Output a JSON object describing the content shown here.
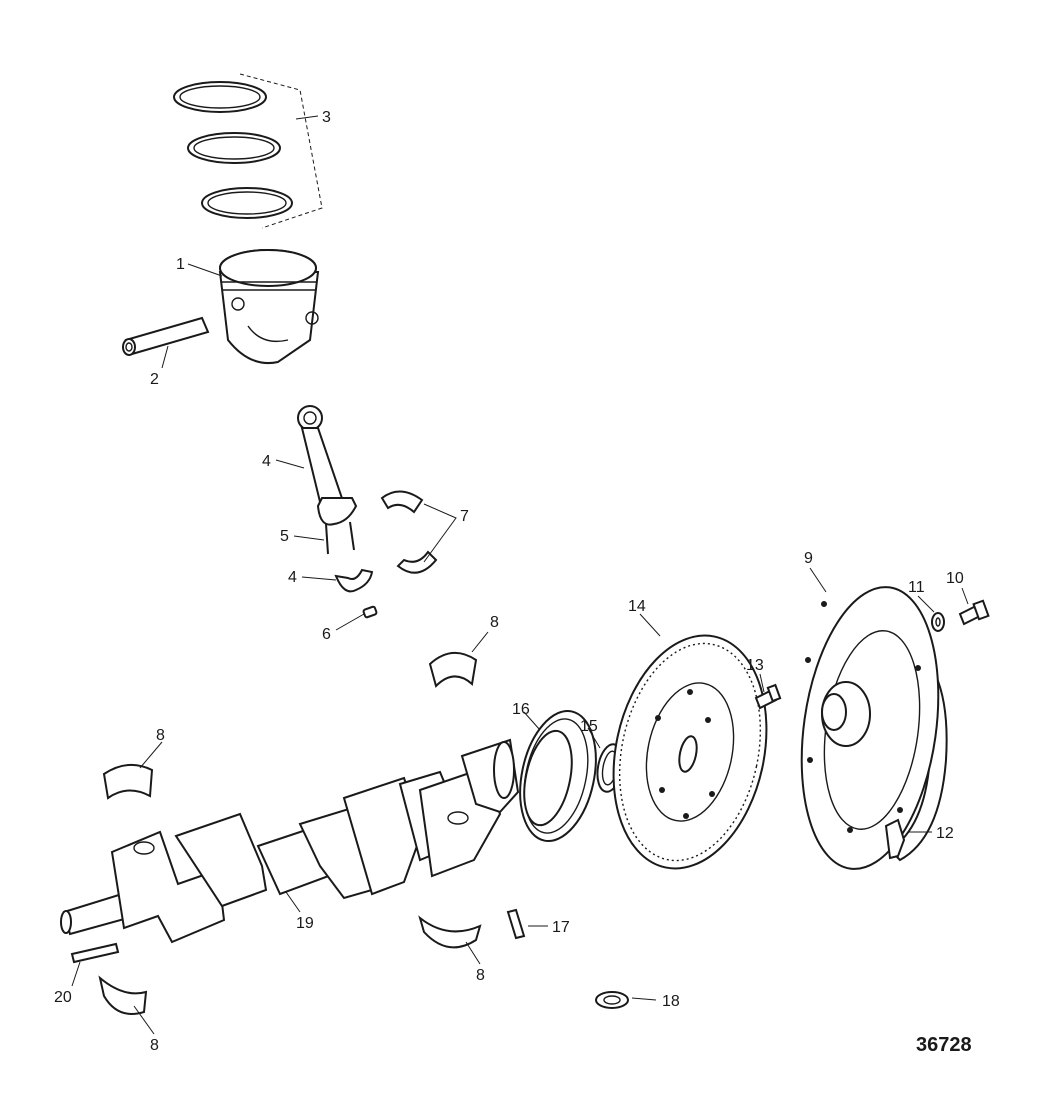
{
  "figure_number": "36728",
  "callouts": {
    "c1": "1",
    "c2": "2",
    "c3": "3",
    "c4a": "4",
    "c4b": "4",
    "c5": "5",
    "c6": "6",
    "c7": "7",
    "c8a": "8",
    "c8b": "8",
    "c8c": "8",
    "c8d": "8",
    "c9": "9",
    "c10": "10",
    "c11": "11",
    "c12": "12",
    "c13": "13",
    "c14": "14",
    "c15": "15",
    "c16": "16",
    "c17": "17",
    "c18": "18",
    "c19": "19",
    "c20": "20"
  }
}
